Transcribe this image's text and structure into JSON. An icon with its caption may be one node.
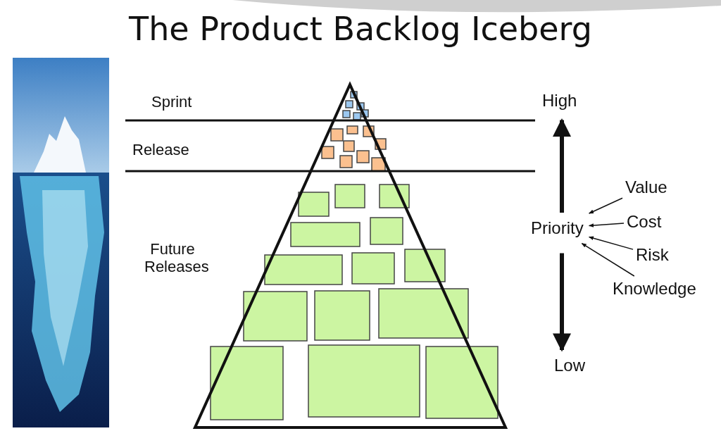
{
  "diagram": {
    "title": "The Product Backlog Iceberg",
    "nodes": [
      {
        "text": [
          "Priority"
        ]
      },
      {
        "text": [
          "Value"
        ]
      },
      {
        "text": [
          "Cost"
        ]
      },
      {
        "text": [
          "Risk"
        ]
      },
      {
        "text": [
          "Knowledge"
        ]
      },
      {
        "text": [
          "High"
        ]
      },
      {
        "text": [
          "Low"
        ]
      }
    ],
    "edges": [
      {
        "from": 1,
        "to": 0,
        "arrow": "to"
      },
      {
        "from": 2,
        "to": 0,
        "arrow": "to"
      },
      {
        "from": 3,
        "to": 0,
        "arrow": "to"
      },
      {
        "from": 4,
        "to": 0,
        "arrow": "to"
      },
      {
        "from": 0,
        "to": 5,
        "arrow": "to",
        "style": "thick"
      },
      {
        "from": 0,
        "to": 6,
        "arrow": "to",
        "style": "thick"
      }
    ],
    "labels": [
      "Sprint",
      "Release",
      "Future Releases"
    ]
  }
}
